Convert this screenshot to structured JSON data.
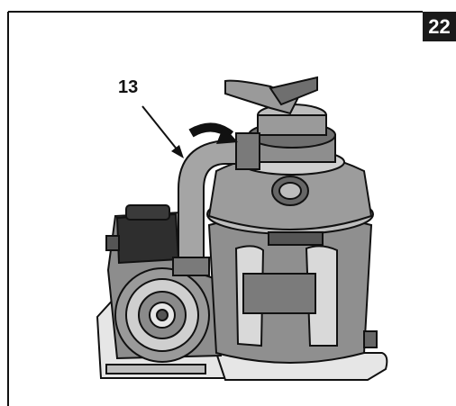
{
  "page_number": "22",
  "callout": {
    "label": "13"
  },
  "colors": {
    "frame": "#111111",
    "badge_bg": "#1a1a1a",
    "line": "#111111",
    "shade": "#7a7a7a",
    "light": "#cfcfcf"
  },
  "icon": "sand-filter-pump-assembly"
}
